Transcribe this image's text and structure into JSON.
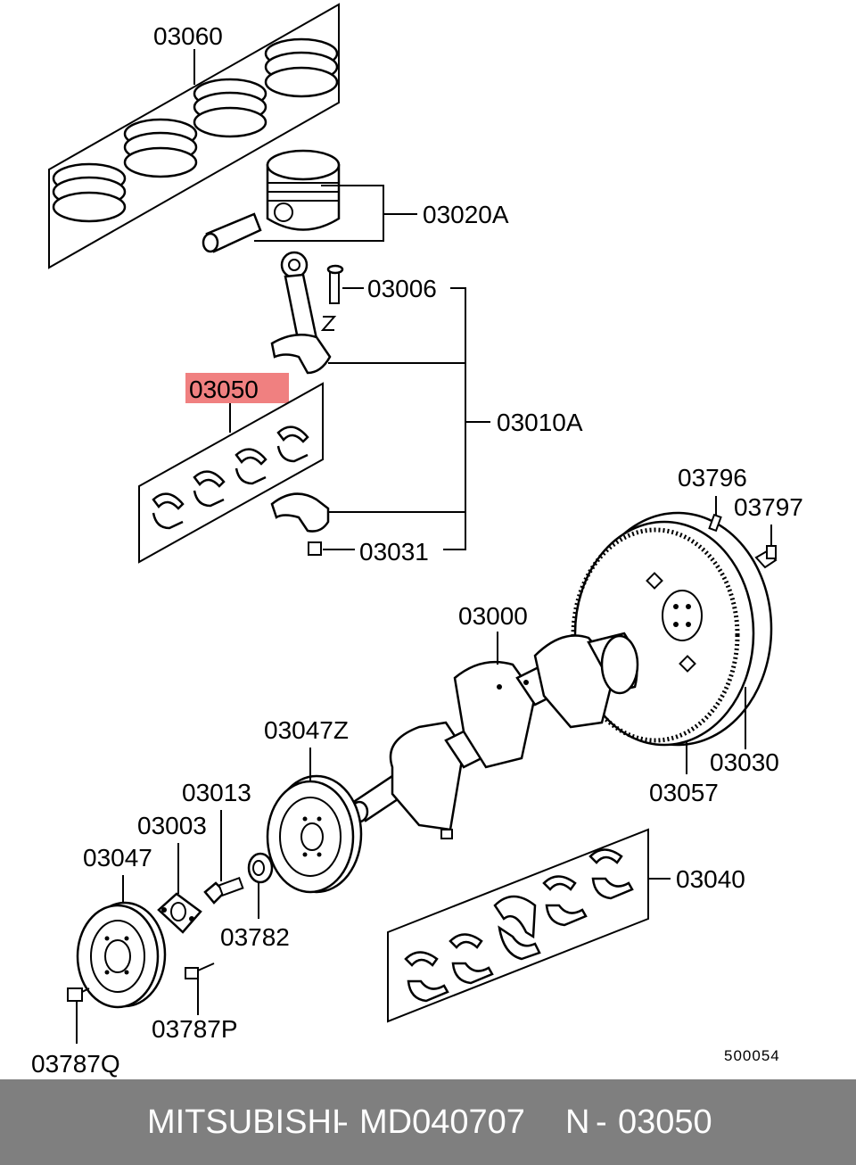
{
  "labels": {
    "p03060": "03060",
    "p03020A": "03020A",
    "p03006": "03006",
    "p03050": "03050",
    "p03010A": "03010A",
    "p03031": "03031",
    "p03796": "03796",
    "p03797": "03797",
    "p03000": "03000",
    "p03047Z": "03047Z",
    "p03013": "03013",
    "p03003": "03003",
    "p03047": "03047",
    "p03782": "03782",
    "p03787P": "03787P",
    "p03787Q": "03787Q",
    "p03040": "03040",
    "p03030": "03030",
    "p03057": "03057",
    "figure_no": "500054"
  },
  "highlight": {
    "part": "03050",
    "color": "#f08080"
  },
  "footer": {
    "brand": "MITSUBISHI",
    "sep1": "-",
    "part_number": "MD040707",
    "prefix": "N",
    "sep2": "-",
    "ref": "03050",
    "background": "#7f7f7f"
  }
}
